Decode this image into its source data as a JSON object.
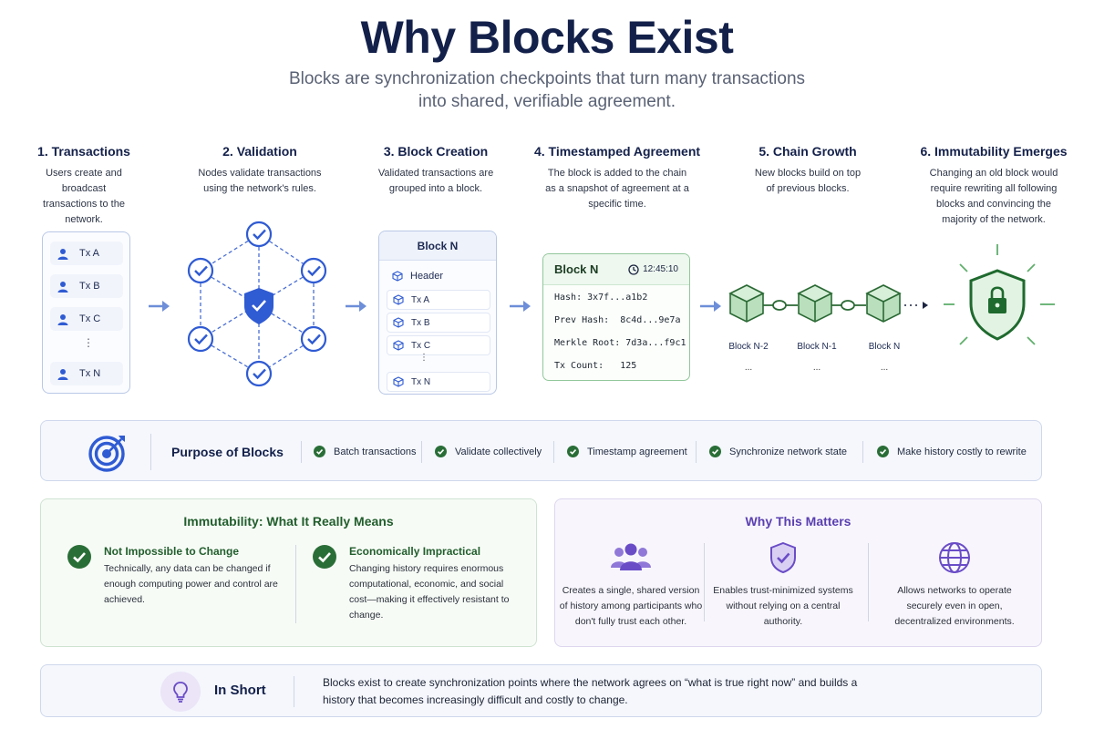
{
  "header": {
    "title": "Why Blocks Exist",
    "subtitle": "Blocks are synchronization checkpoints that turn many transactions into shared, verifiable agreement."
  },
  "steps": [
    {
      "title": "1. Transactions",
      "desc": "Users create and broadcast transactions to the network."
    },
    {
      "title": "2. Validation",
      "desc": "Nodes validate transactions using the network's rules."
    },
    {
      "title": "3. Block Creation",
      "desc": "Validated transactions are grouped into a block."
    },
    {
      "title": "4. Timestamped Agreement",
      "desc": "The block is added to the chain as a snapshot of agreement at a specific time."
    },
    {
      "title": "5. Chain Growth",
      "desc": "New blocks build on top of previous blocks."
    },
    {
      "title": "6. Immutability Emerges",
      "desc": "Changing an old block would require rewriting all following blocks and convincing the majority of the network."
    }
  ],
  "transactions": {
    "items": [
      "Tx A",
      "Tx B",
      "Tx C",
      "Tx N"
    ],
    "ellipsis": "⋮"
  },
  "block": {
    "title": "Block N",
    "rows": [
      "Header",
      "Tx A",
      "Tx B",
      "Tx C",
      "Tx N"
    ],
    "ellipsis": "⋮"
  },
  "timestamped_block": {
    "title": "Block N",
    "time": "12:45:10",
    "lines": [
      "Hash: 3x7f...a1b2",
      "Prev Hash:  8c4d...9e7a",
      "Merkle Root: 7d3a...f9c1",
      "Tx Count:   125"
    ]
  },
  "chain": {
    "blocks": [
      "Block N-2",
      "Block N-1",
      "Block N"
    ],
    "ellipsis": "..."
  },
  "purpose": {
    "title": "Purpose of Blocks",
    "items": [
      "Batch transactions",
      "Validate collectively",
      "Timestamp agreement",
      "Synchronize network state",
      "Make history costly to rewrite"
    ]
  },
  "immutability": {
    "title": "Immutability: What It Really Means",
    "columns": [
      {
        "title": "Not Impossible to Change",
        "desc": "Technically, any data can be changed if enough computing power and control are achieved."
      },
      {
        "title": "Economically Impractical",
        "desc": "Changing history requires enormous computational, economic, and social cost—making it effectively resistant to change."
      }
    ]
  },
  "why_matters": {
    "title": "Why This Matters",
    "columns": [
      {
        "icon": "people-icon",
        "desc": "Creates a single, shared version of history among participants who don't fully trust each other."
      },
      {
        "icon": "shield-check-icon",
        "desc": "Enables trust-minimized systems without relying on a central authority."
      },
      {
        "icon": "globe-icon",
        "desc": "Allows networks to operate securely even in open, decentralized environments."
      }
    ]
  },
  "in_short": {
    "label": "In Short",
    "text": "Blocks exist to create synchronization points where the network agrees on “what is true right now” and builds a history that becomes increasingly difficult and costly to change."
  },
  "colors": {
    "navy": "#13204a",
    "blue_accent": "#2f5bd3",
    "arrow_blue": "#6d8ed8",
    "green": "#2a6e37",
    "purple": "#6a4cc7"
  }
}
